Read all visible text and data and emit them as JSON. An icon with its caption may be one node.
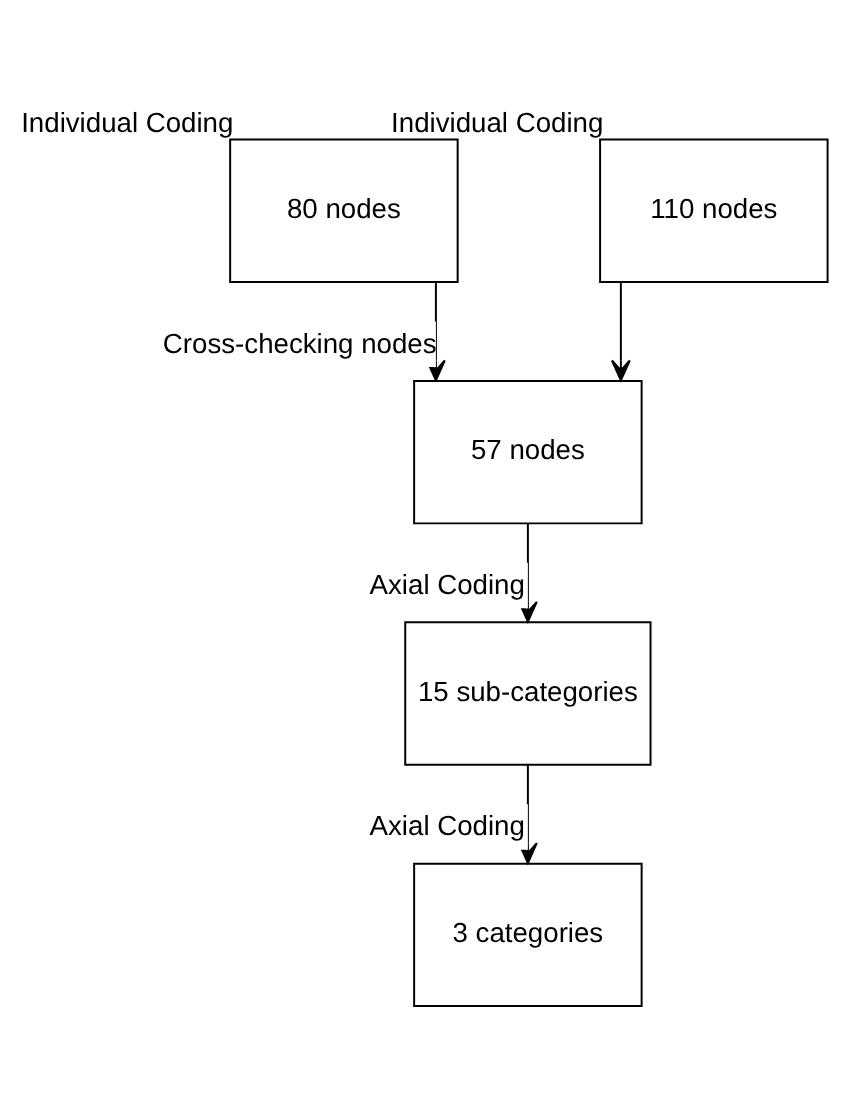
{
  "diagram": {
    "nodes": [
      {
        "text": [
          "80 nodes"
        ],
        "beside": [
          "Individual Coding"
        ]
      },
      {
        "text": [
          "110 nodes"
        ],
        "beside": [
          "Individual Coding"
        ]
      },
      {
        "text": [
          "57 nodes"
        ]
      },
      {
        "text": [
          "15 sub-categories"
        ]
      },
      {
        "text": [
          "3 categories"
        ]
      }
    ],
    "edges": [
      {
        "from": 0,
        "to": 2,
        "arrow": "to",
        "label": "Cross-checking nodes"
      },
      {
        "from": 1,
        "to": 2,
        "arrow": "to"
      },
      {
        "from": 2,
        "to": 3,
        "arrow": "to",
        "label": "Axial Coding"
      },
      {
        "from": 3,
        "to": 4,
        "arrow": "to",
        "label": "Axial Coding"
      }
    ]
  }
}
